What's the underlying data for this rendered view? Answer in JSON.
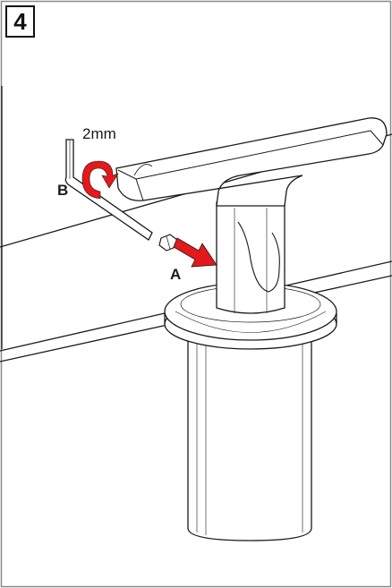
{
  "step": {
    "number": "4"
  },
  "callouts": {
    "tool_size": "2mm",
    "action_a": "A",
    "action_b": "B"
  },
  "colors": {
    "line": "#1a1a1a",
    "arrow_red": "#e3191c",
    "frame_border": "#8a8a8a"
  },
  "icons": {
    "tool": "allen-key-icon",
    "push_arrow": "push-arrow-icon",
    "rotate_arrow": "rotate-arrow-icon"
  }
}
